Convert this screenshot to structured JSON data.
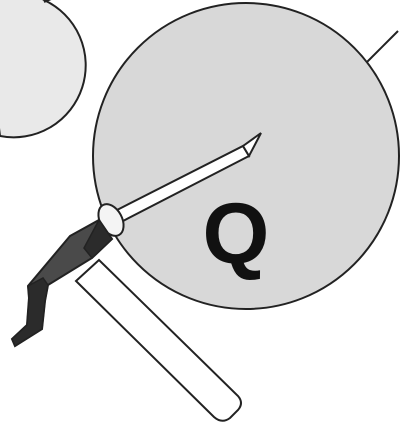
{
  "diagram": {
    "label": "Q",
    "colors": {
      "background": "#ffffff",
      "circle_fill": "#d8d8d8",
      "left_circle_fill": "#e9e9e9",
      "stroke": "#222222",
      "tool_dark": "#4a4a4a",
      "tool_darker": "#2b2b2b",
      "handle_fill": "#ffffff",
      "text": "#111111"
    },
    "icons": {
      "main_tool": "awl-icon",
      "handle": "handle-icon",
      "circle": "circle-shape",
      "left_circle": "partial-circle-shape"
    }
  }
}
